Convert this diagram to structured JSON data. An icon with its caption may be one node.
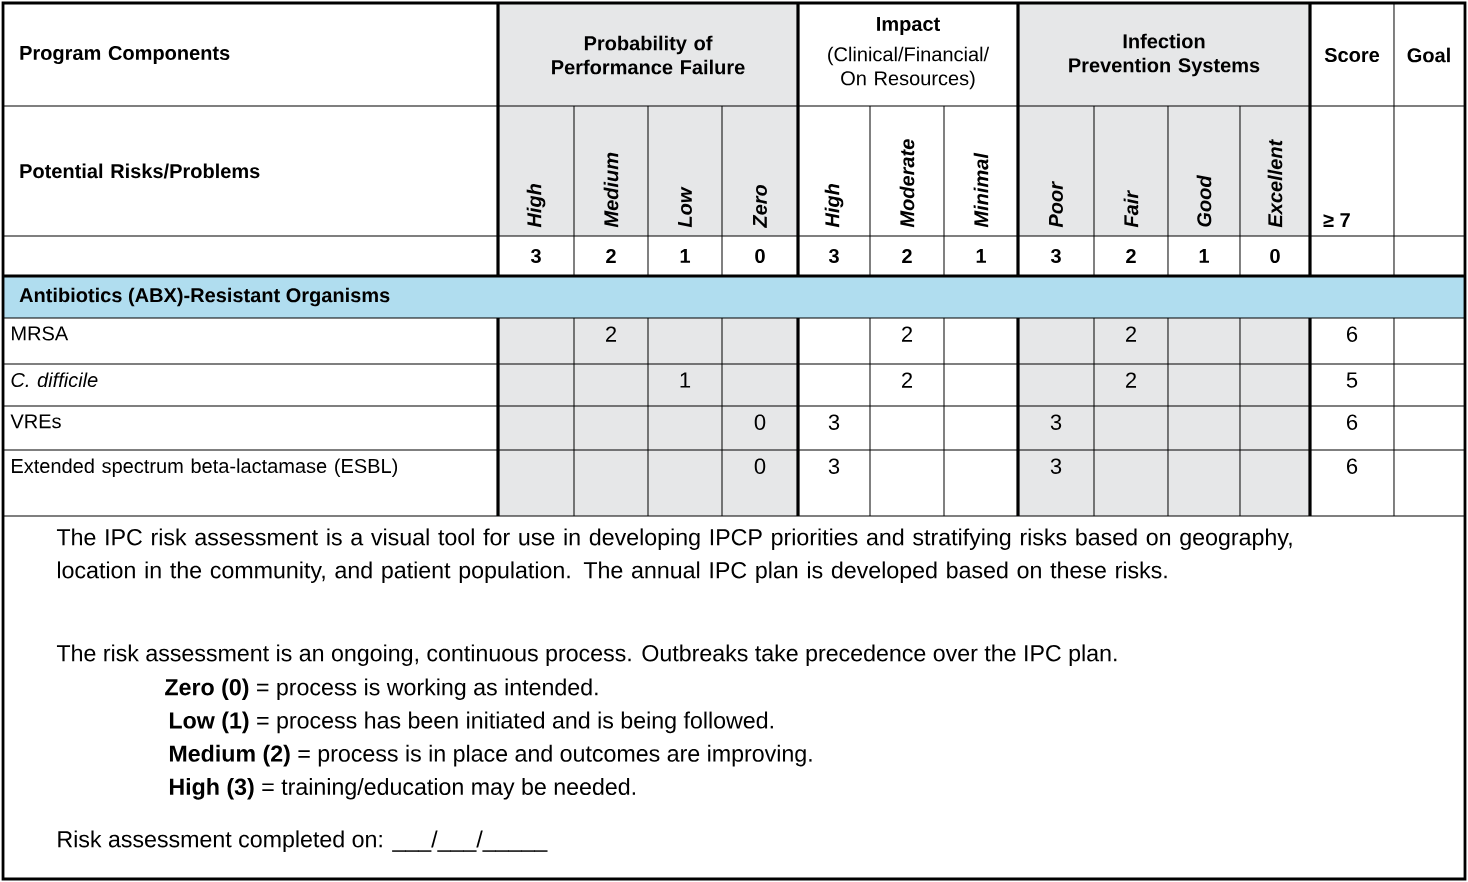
{
  "diagram": {
    "labels": [
      "Program Components",
      "Probability of Performance Failure",
      "Impact",
      "(Clinical/Financial/ On Resources)",
      "Infection Prevention Systems",
      "Score",
      "Goal",
      "Potential Risks/Problems",
      "High",
      "Medium",
      "Low",
      "Zero",
      "High",
      "Moderate",
      "Minimal",
      "Poor",
      "Fair",
      "Good",
      "Excellent",
      "≥ 7",
      "3",
      "2",
      "1",
      "0",
      "3",
      "2",
      "1",
      "3",
      "2",
      "1",
      "0",
      "Antibiotics (ABX)-Resistant Organisms",
      "MRSA",
      "2",
      "2",
      "2",
      "6",
      "C. difficile",
      "1",
      "2",
      "2",
      "5",
      "VREs",
      "0",
      "3",
      "3",
      "6",
      "Extended spectrum beta-lactamase (ESBL)",
      "0",
      "3",
      "3",
      "6",
      "The IPC risk assessment is a visual tool for use in developing IPCP priorities and stratifying risks based on geography, location in the community, and patient population. The annual IPC plan is developed based on these risks.",
      "The risk assessment is an ongoing, continuous process. Outbreaks take precedence over the IPC plan.",
      "**Zero (0)** = process is working as intended.",
      "**Low (1)** = process has been initiated and is being followed.",
      "**Medium (2)** = process is in place and outcomes are improving.",
      "**High (3)** = training/education may be needed.",
      "Risk assessment completed on: ___/___/_____"
    ]
  }
}
